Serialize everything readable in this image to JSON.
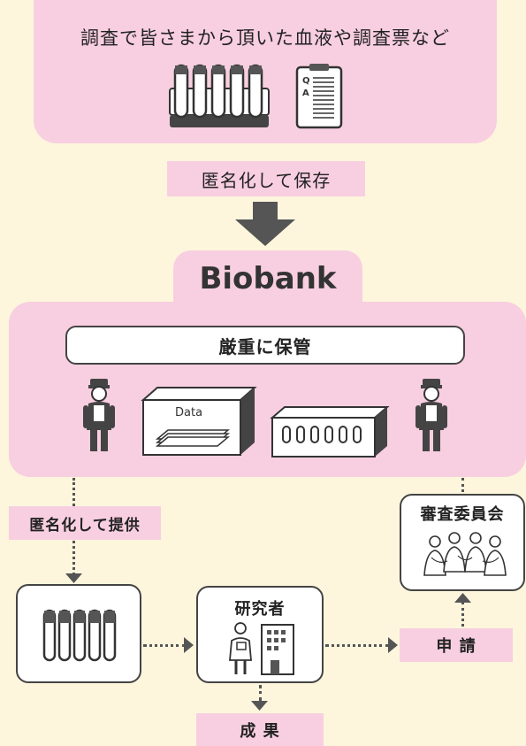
{
  "top": {
    "title": "調査で皆さまから頂いた血液や調査票など"
  },
  "store_label": "匿名化して保存",
  "biobank": {
    "title": "Biobank",
    "storage_label": "厳重に保管",
    "data_label": "Data"
  },
  "provide_label": "匿名化して提供",
  "committee_label": "審査委員会",
  "researcher_label": "研究者",
  "apply_label": "申 請",
  "result_label": "成 果",
  "colors": {
    "pink": "#f8cfe0",
    "background": "#fdf6dd",
    "arrow": "#555555"
  }
}
